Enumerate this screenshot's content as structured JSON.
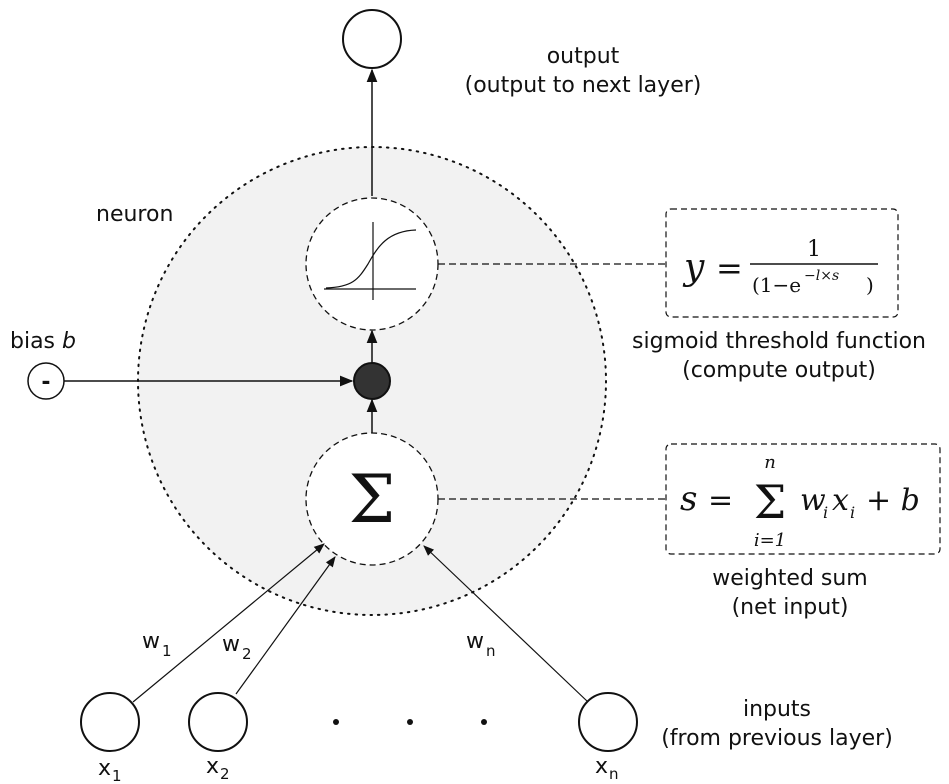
{
  "labels": {
    "output": "output",
    "output_sub": "(output to next layer)",
    "neuron": "neuron",
    "bias_prefix": "bias ",
    "bias_var": "b",
    "bias_sign": "-",
    "sigmoid_title": "sigmoid threshold function",
    "sigmoid_sub": "(compute output)",
    "sum_title": "weighted sum",
    "sum_sub": "(net input)",
    "inputs_title": "inputs",
    "inputs_sub": "(from previous layer)",
    "sum_symbol": "Σ"
  },
  "formulas": {
    "sigmoid": {
      "lhs": "y",
      "eq": "=",
      "numerator": "1",
      "denominator_base": "(1−e",
      "denominator_exp": "−l×s",
      "denominator_close": ")"
    },
    "weighted_sum": {
      "lhs": "s",
      "eq": "=",
      "sigma": "Σ",
      "upper": "n",
      "lower": "i=1",
      "term": "w",
      "term_sub": "i",
      "term2": "x",
      "term2_sub": "i",
      "plus": "+ b"
    }
  },
  "inputs": [
    {
      "base": "x",
      "sub": "1"
    },
    {
      "base": "x",
      "sub": "2"
    },
    {
      "base": "x",
      "sub": "n"
    }
  ],
  "weights": [
    {
      "base": "w",
      "sub": "1"
    },
    {
      "base": "w",
      "sub": "2"
    },
    {
      "base": "w",
      "sub": "n"
    }
  ],
  "colors": {
    "neuron_fill": "#f2f2f2",
    "activation_node": "#333333",
    "line": "#111111"
  }
}
